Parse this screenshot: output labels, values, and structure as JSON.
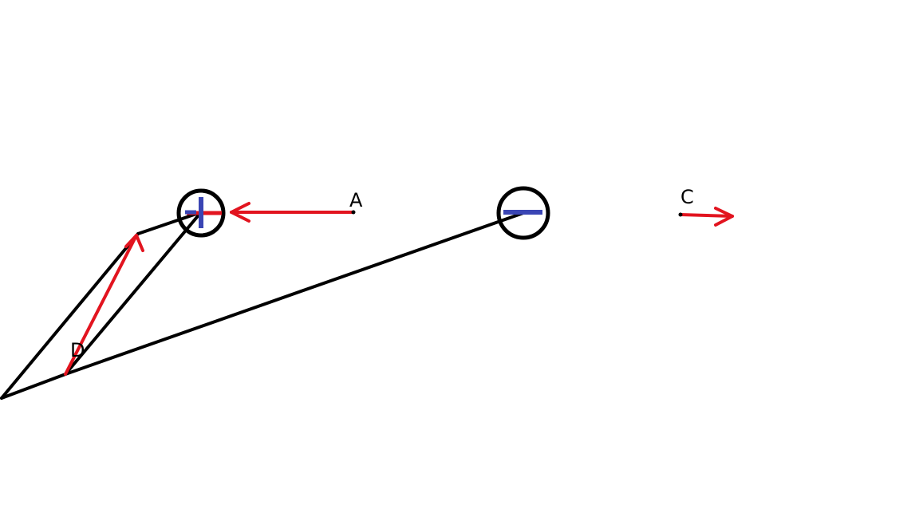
{
  "labels": {
    "point_a": "A",
    "point_c": "C",
    "point_d": "D"
  },
  "charges": {
    "positive": {
      "sign": "plus",
      "ring_color": "#000000",
      "sign_color": "#3a45b4"
    },
    "negative": {
      "sign": "minus",
      "ring_color": "#000000",
      "sign_color": "#3a45b4"
    }
  },
  "colors": {
    "field_vector": "#e2141f",
    "construction_line": "#000000",
    "sign_mark": "#3a45b4",
    "background": "#ffffff"
  }
}
